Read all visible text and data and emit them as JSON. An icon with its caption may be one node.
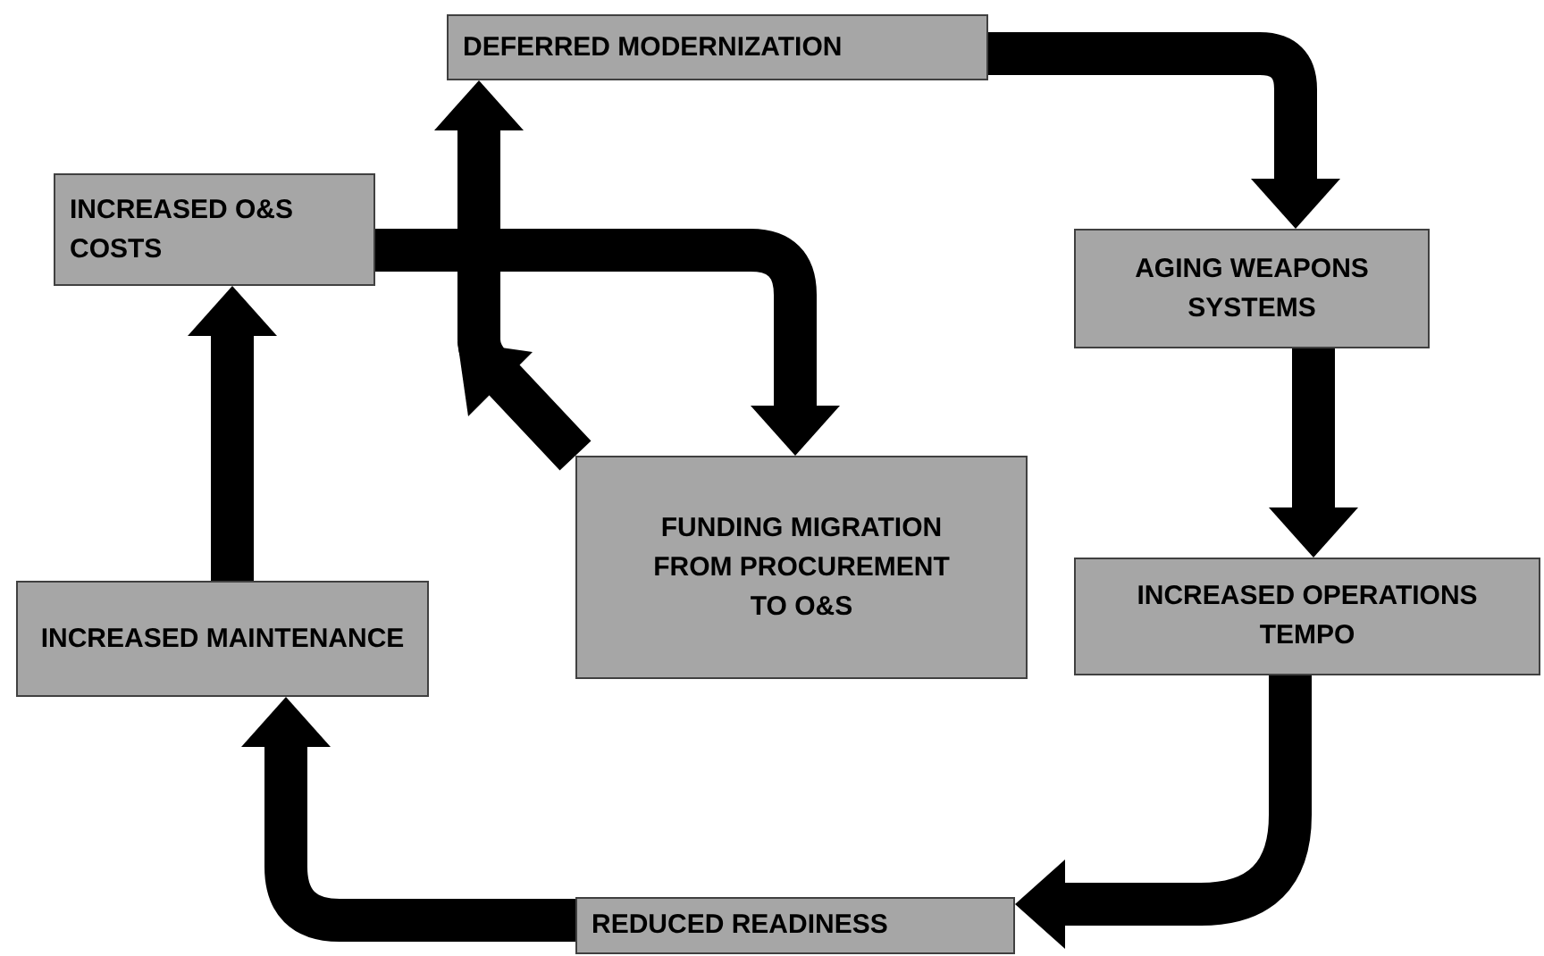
{
  "diagram": {
    "nodes": [
      {
        "text": [
          "DEFERRED MODERNIZATION"
        ]
      },
      {
        "text": [
          "AGING WEAPONS SYSTEMS"
        ]
      },
      {
        "text": [
          "INCREASED OPERATIONS TEMPO"
        ]
      },
      {
        "text": [
          "REDUCED READINESS"
        ]
      },
      {
        "text": [
          "INCREASED MAINTENANCE"
        ]
      },
      {
        "text": [
          "INCREASED O&S COSTS"
        ]
      },
      {
        "text": [
          "FUNDING MIGRATION FROM PROCUREMENT TO O&S"
        ]
      }
    ],
    "edges": [
      {
        "from": 0,
        "to": 1,
        "arrow": "to"
      },
      {
        "from": 1,
        "to": 2,
        "arrow": "to"
      },
      {
        "from": 2,
        "to": 3,
        "arrow": "to"
      },
      {
        "from": 3,
        "to": 4,
        "arrow": "to"
      },
      {
        "from": 4,
        "to": 5,
        "arrow": "to"
      },
      {
        "from": 5,
        "to": 6,
        "arrow": "to"
      },
      {
        "from": 6,
        "to": 0,
        "arrow": "to"
      }
    ]
  }
}
